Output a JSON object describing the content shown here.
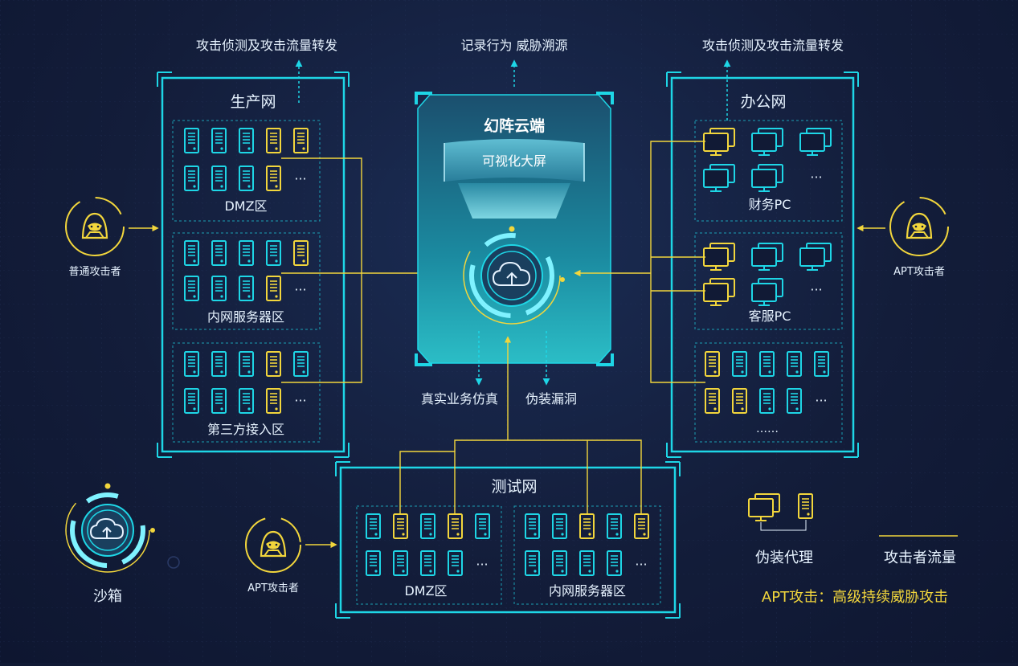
{
  "colors": {
    "cyan": "#1ed6e6",
    "yellow": "#f2d63c",
    "text": "#e7f3ff",
    "bg": "#111a35"
  },
  "top_labels": {
    "left": "攻击侦测及攻击流量转发",
    "center": "记录行为 威胁溯源",
    "right": "攻击侦测及攻击流量转发"
  },
  "production": {
    "title": "生产网",
    "zones": [
      "DMZ区",
      "内网服务器区",
      "第三方接入区"
    ]
  },
  "cloud": {
    "title": "幻阵云端",
    "screen": "可视化大屏",
    "bottom_left": "真实业务仿真",
    "bottom_right": "伪装漏洞",
    "icon": "cloud-upload-icon"
  },
  "office": {
    "title": "办公网",
    "groups": [
      "财务PC",
      "客服PC"
    ],
    "more": "……"
  },
  "test": {
    "title": "测试网",
    "zones": [
      "DMZ区",
      "内网服务器区"
    ]
  },
  "attackers": {
    "left": "普通攻击者",
    "right": "APT攻击者",
    "bottom": "APT攻击者"
  },
  "sandbox": {
    "label": "沙箱"
  },
  "legend": {
    "decoy": "伪装代理",
    "traffic": "攻击者流量",
    "apt_note": "APT攻击：高级持续威胁攻击"
  },
  "ellipsis": "···"
}
